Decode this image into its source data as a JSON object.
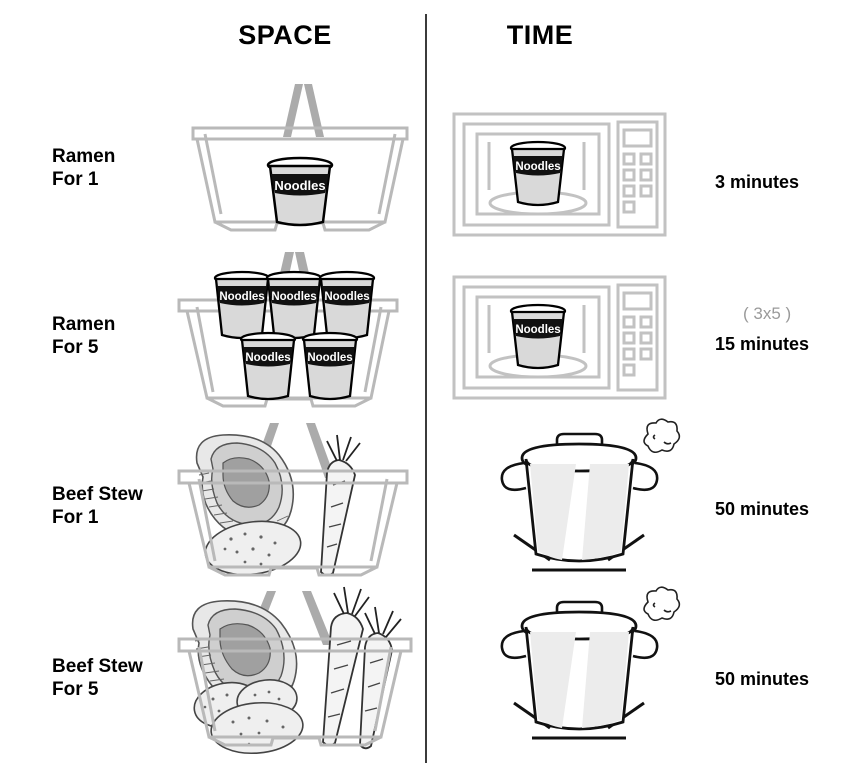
{
  "headers": {
    "space": "SPACE",
    "time": "TIME"
  },
  "colors": {
    "ink": "#000000",
    "divider": "#3b3b3b",
    "basket_outline": "#b9b9b9",
    "basket_handle": "#ababab",
    "appliance_outline": "#c2c2c2",
    "cup_body": "#d9d9d9",
    "muted_text": "#9a9a9a",
    "food_light": "#e8e8e8",
    "food_mid": "#cfcfcf",
    "food_dark": "#a0a0a0"
  },
  "rows": [
    {
      "id": "ramen-for-1",
      "label_line1": "Ramen",
      "label_line2": "For 1",
      "space_item": "shopping-basket-with-1-noodle-cup",
      "time_item": "microwave-with-noodle-cup",
      "cup_label": "Noodles",
      "cup_count": 1,
      "time_value": "3 minutes",
      "multiplier": ""
    },
    {
      "id": "ramen-for-5",
      "label_line1": "Ramen",
      "label_line2": "For 5",
      "space_item": "shopping-basket-with-5-noodle-cups",
      "time_item": "microwave-with-noodle-cup",
      "cup_label": "Noodles",
      "cup_count": 5,
      "time_value": "15 minutes",
      "multiplier": "( 3x5 )"
    },
    {
      "id": "beef-stew-for-1",
      "label_line1": "Beef Stew",
      "label_line2": "For 1",
      "space_item": "shopping-basket-with-beef-potato-carrot",
      "time_item": "stock-pot-on-stove",
      "cup_label": "",
      "cup_count": 0,
      "time_value": "50 minutes",
      "multiplier": ""
    },
    {
      "id": "beef-stew-for-5",
      "label_line1": "Beef Stew",
      "label_line2": "For 5",
      "space_item": "shopping-basket-with-beef-potatoes-carrots",
      "time_item": "stock-pot-on-stove",
      "cup_label": "",
      "cup_count": 0,
      "time_value": "50 minutes",
      "multiplier": ""
    }
  ]
}
